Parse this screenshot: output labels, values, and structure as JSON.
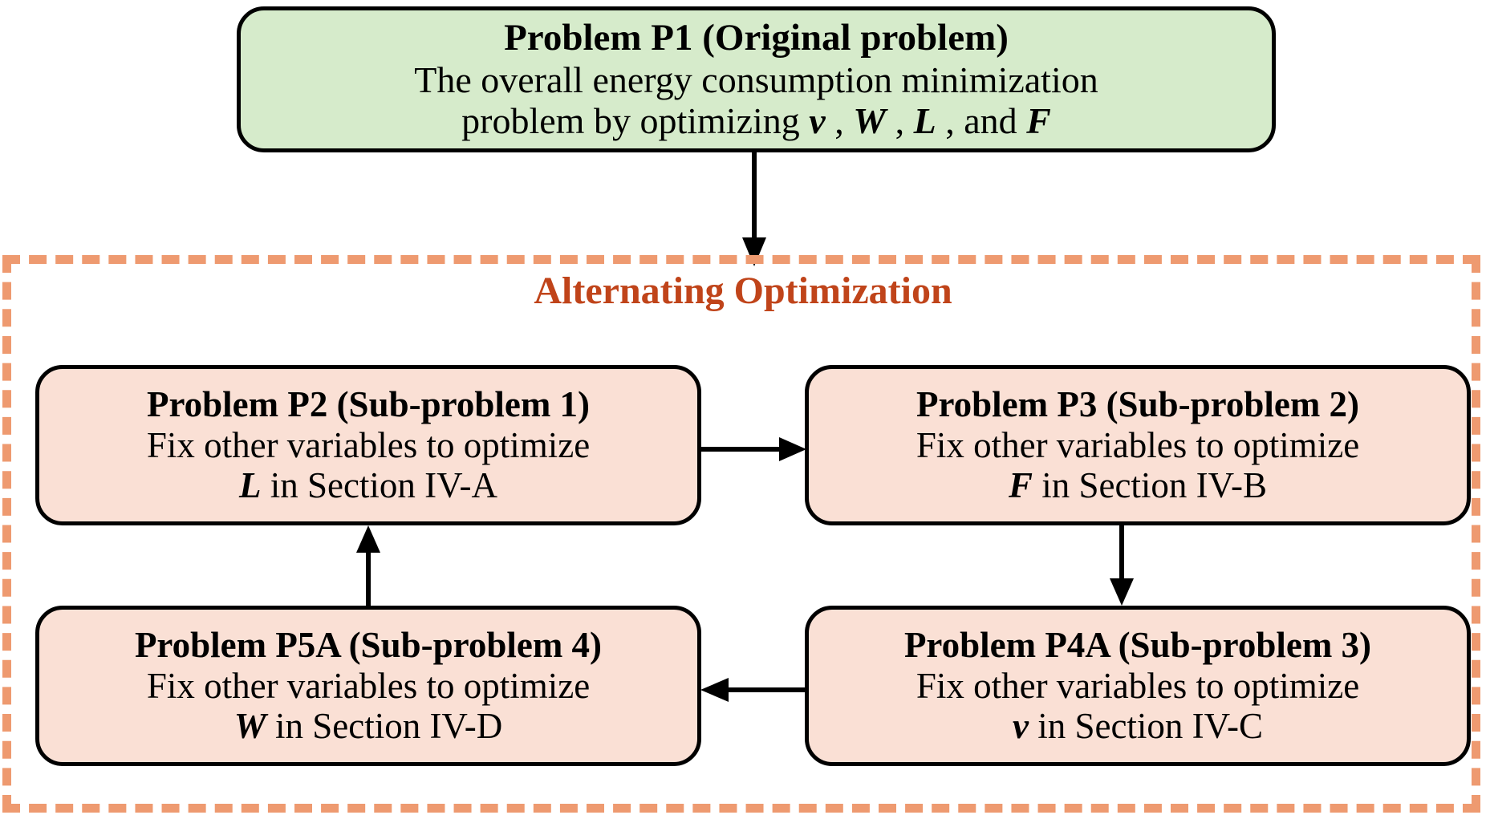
{
  "diagram": {
    "title": "Alternating Optimization decomposition flowchart",
    "colors": {
      "p1_fill": "#D6EBCB",
      "sub_fill": "#FAE0D5",
      "dashed_border": "#EE9A70",
      "section_title": "#C0441A",
      "outline": "#000000",
      "arrow": "#000000"
    }
  },
  "p1": {
    "title": "Problem P1 (Original problem)",
    "line2": "The overall energy consumption minimization",
    "line3_pre": "problem by optimizing ",
    "var1": "v",
    "sep1": " , ",
    "var2": "W",
    "sep2": " , ",
    "var3": "L",
    "sep3": " , and ",
    "var4": "F"
  },
  "region": {
    "label": "Alternating Optimization"
  },
  "p2": {
    "title": "Problem P2 (Sub-problem 1)",
    "line2": "Fix other variables to optimize",
    "var": "L",
    "line3_post": " in Section IV-A"
  },
  "p3": {
    "title": "Problem P3 (Sub-problem 2)",
    "line2": "Fix other variables to optimize",
    "var": "F",
    "line3_post": " in Section IV-B"
  },
  "p4a": {
    "title": "Problem P4A (Sub-problem 3)",
    "line2": "Fix other variables to optimize",
    "var": "v",
    "line3_post": " in Section IV-C"
  },
  "p5a": {
    "title": "Problem P5A (Sub-problem 4)",
    "line2": "Fix other variables to optimize",
    "var": "W",
    "line3_post": " in Section IV-D"
  },
  "arrows": [
    {
      "name": "arrow-p1-to-region",
      "from": "P1",
      "to": "Alternating Optimization",
      "direction": "down"
    },
    {
      "name": "arrow-p2-to-p3",
      "from": "P2",
      "to": "P3",
      "direction": "right"
    },
    {
      "name": "arrow-p3-to-p4a",
      "from": "P3",
      "to": "P4A",
      "direction": "down"
    },
    {
      "name": "arrow-p4a-to-p5a",
      "from": "P4A",
      "to": "P5A",
      "direction": "left"
    },
    {
      "name": "arrow-p5a-to-p2",
      "from": "P5A",
      "to": "P2",
      "direction": "up"
    }
  ]
}
